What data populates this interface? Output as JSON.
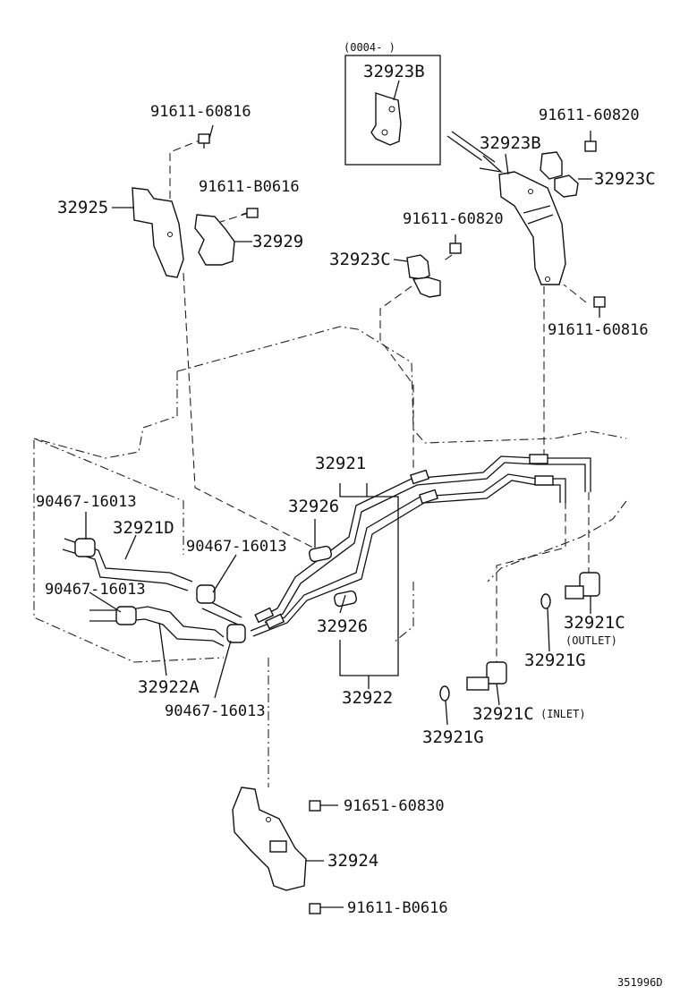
{
  "labels": {
    "l_32923B_box_note": "(0004-      )",
    "l_32923B_box": "32923B",
    "l_91611_60816_top": "91611-60816",
    "l_91611_B0616_top": "91611-B0616",
    "l_32925": "32925",
    "l_32929": "32929",
    "l_91611_60820_mid": "91611-60820",
    "l_32923C_left": "32923C",
    "l_91611_60820_right": "91611-60820",
    "l_32923B": "32923B",
    "l_32923C_right": "32923C",
    "l_91611_60816_right": "91611-60816",
    "l_32921": "32921",
    "l_32926_top": "32926",
    "l_90467_16013_a": "90467-16013",
    "l_32921D": "32921D",
    "l_90467_16013_b": "90467-16013",
    "l_90467_16013_c": "90467-16013",
    "l_32926_bottom": "32926",
    "l_32922A": "32922A",
    "l_90467_16013_d": "90467-16013",
    "l_32922": "32922",
    "l_32921C_outlet": "32921C",
    "l_outlet": "(OUTLET)",
    "l_32921G_right": "32921G",
    "l_32921C_inlet": "32921C",
    "l_inlet": "(INLET)",
    "l_32921G_left": "32921G",
    "l_91651_60830": "91651-60830",
    "l_32924": "32924",
    "l_91611_B0616_bottom": "91611-B0616",
    "l_drawing_no": "351996D"
  }
}
